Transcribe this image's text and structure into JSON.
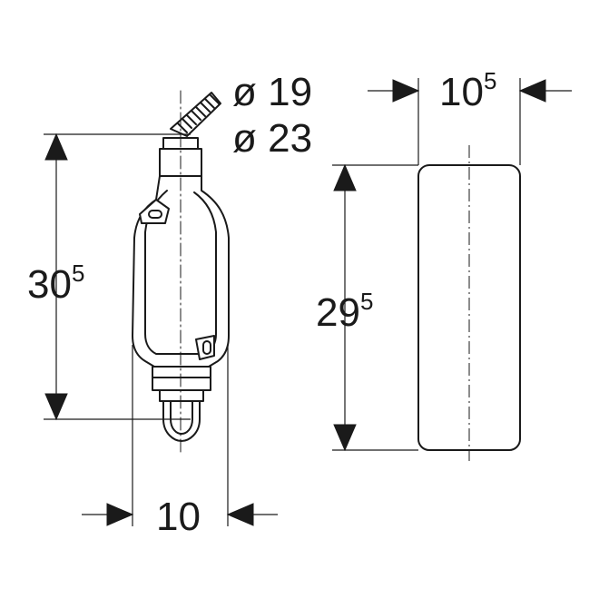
{
  "colors": {
    "line": "#1a1a1a",
    "background": "#ffffff"
  },
  "dimensions": {
    "pipe_diameter_small": "ø 19",
    "pipe_diameter_large": "ø 23",
    "left_height": {
      "base": "30",
      "sup": "5"
    },
    "left_width": "10",
    "right_height": {
      "base": "29",
      "sup": "5"
    },
    "right_width": {
      "base": "10",
      "sup": "5"
    }
  }
}
